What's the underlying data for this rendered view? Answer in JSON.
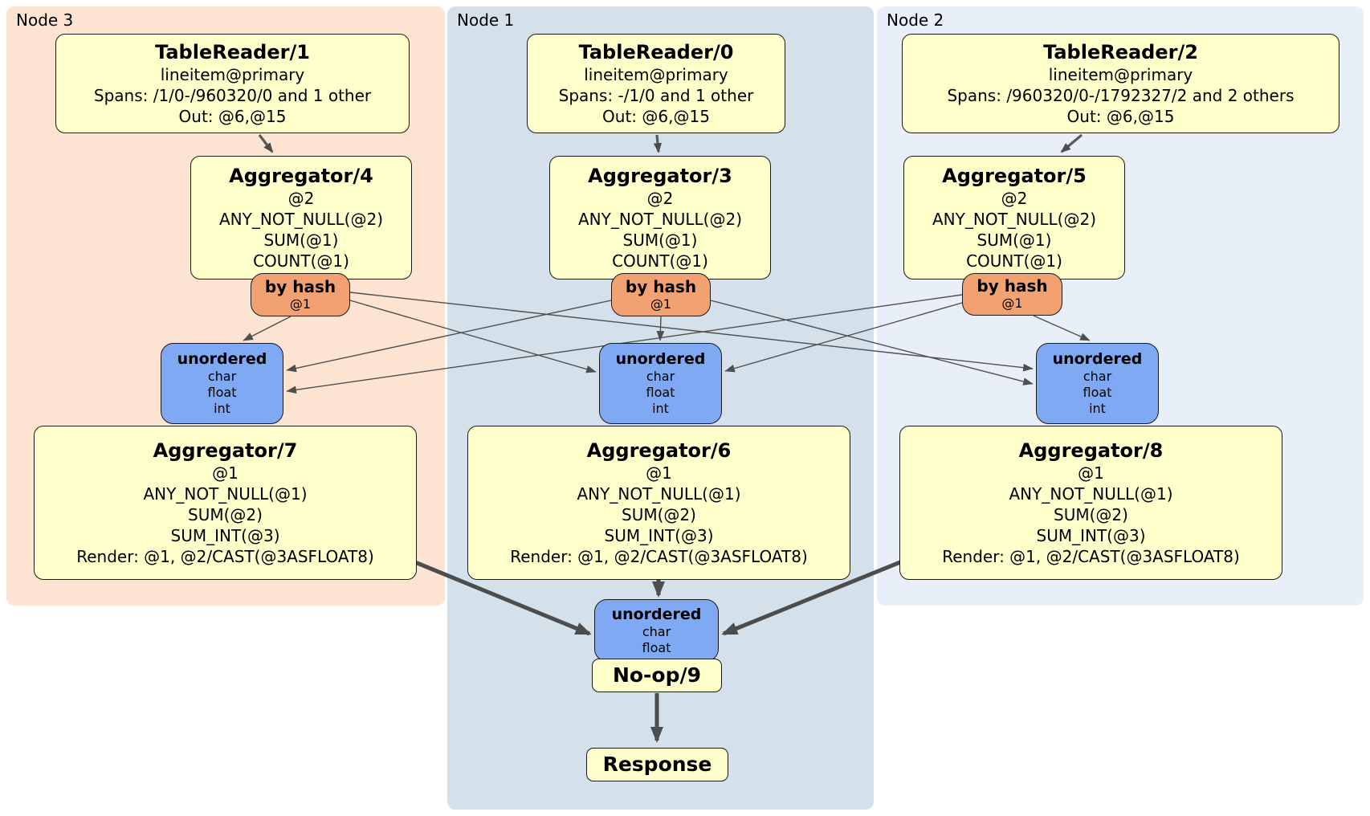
{
  "node_groups": {
    "node3": {
      "label": "Node 3"
    },
    "node1": {
      "label": "Node 1"
    },
    "node2": {
      "label": "Node 2"
    }
  },
  "processors": {
    "tr1": {
      "title": "TableReader/1",
      "lines": [
        "lineitem@primary",
        "Spans: /1/0-/960320/0 and 1 other",
        "Out: @6,@15"
      ]
    },
    "tr0": {
      "title": "TableReader/0",
      "lines": [
        "lineitem@primary",
        "Spans: -/1/0 and 1 other",
        "Out: @6,@15"
      ]
    },
    "tr2": {
      "title": "TableReader/2",
      "lines": [
        "lineitem@primary",
        "Spans: /960320/0-/1792327/2 and 2 others",
        "Out: @6,@15"
      ]
    },
    "agg4": {
      "title": "Aggregator/4",
      "lines": [
        "@2",
        "ANY_NOT_NULL(@2)",
        "SUM(@1)",
        "COUNT(@1)"
      ]
    },
    "agg3": {
      "title": "Aggregator/3",
      "lines": [
        "@2",
        "ANY_NOT_NULL(@2)",
        "SUM(@1)",
        "COUNT(@1)"
      ]
    },
    "agg5": {
      "title": "Aggregator/5",
      "lines": [
        "@2",
        "ANY_NOT_NULL(@2)",
        "SUM(@1)",
        "COUNT(@1)"
      ]
    },
    "router3": {
      "title": "by hash",
      "lines": [
        "@1"
      ]
    },
    "router1": {
      "title": "by hash",
      "lines": [
        "@1"
      ]
    },
    "router2": {
      "title": "by hash",
      "lines": [
        "@1"
      ]
    },
    "sync3": {
      "title": "unordered",
      "lines": [
        "char",
        "float",
        "int"
      ]
    },
    "sync1": {
      "title": "unordered",
      "lines": [
        "char",
        "float",
        "int"
      ]
    },
    "sync2": {
      "title": "unordered",
      "lines": [
        "char",
        "float",
        "int"
      ]
    },
    "agg7": {
      "title": "Aggregator/7",
      "lines": [
        "@1",
        "ANY_NOT_NULL(@1)",
        "SUM(@2)",
        "SUM_INT(@3)",
        "Render: @1, @2/CAST(@3ASFLOAT8)"
      ]
    },
    "agg6": {
      "title": "Aggregator/6",
      "lines": [
        "@1",
        "ANY_NOT_NULL(@1)",
        "SUM(@2)",
        "SUM_INT(@3)",
        "Render: @1, @2/CAST(@3ASFLOAT8)"
      ]
    },
    "agg8": {
      "title": "Aggregator/8",
      "lines": [
        "@1",
        "ANY_NOT_NULL(@1)",
        "SUM(@2)",
        "SUM_INT(@3)",
        "Render: @1, @2/CAST(@3ASFLOAT8)"
      ]
    },
    "sync_final": {
      "title": "unordered",
      "lines": [
        "char",
        "float"
      ]
    },
    "noop": {
      "title": "No-op/9"
    },
    "response": {
      "title": "Response"
    }
  },
  "colors": {
    "processor_fill": "#FFFFCC",
    "processor_border": "#1A1A1A",
    "router_fill": "#F2A272",
    "sync_fill": "#7FA9F2",
    "node3_bg": "#FCE3D2",
    "node1_bg": "#D4E1EB",
    "node2_bg": "#E9EFF8",
    "edge_thin": "#4F4F4F",
    "edge_thick": "#4D4D4D",
    "label_color": "#000000"
  }
}
